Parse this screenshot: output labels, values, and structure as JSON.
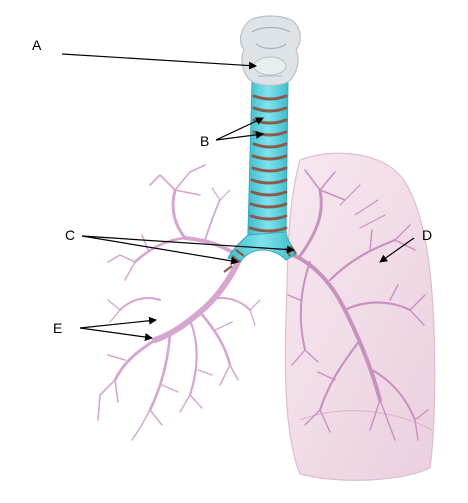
{
  "labels": {
    "a": "A",
    "b": "B",
    "c": "C",
    "d": "D",
    "e": "E"
  },
  "colors": {
    "background": "#ffffff",
    "trachea": "#5fd3e0",
    "cartilage_rings": "#8a5a4a",
    "larynx": "#d9dfe3",
    "bronchial_tree": "#d6a6cf",
    "lung_fill": "#f2dbe7",
    "lung_outline": "#d9b3c8",
    "pointer": "#000000"
  }
}
